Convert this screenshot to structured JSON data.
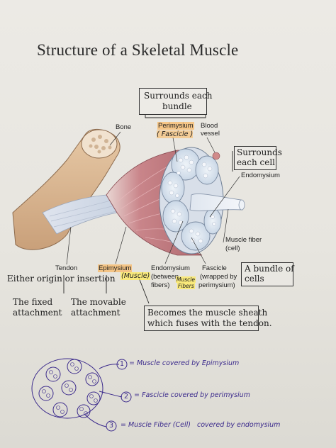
{
  "title": "Structure of a Skeletal Muscle",
  "labels": {
    "surrounds_each_bundle": [
      "Surrounds each",
      "bundle"
    ],
    "bone": "Bone",
    "perimysium": "Perimysium",
    "fascicle_note": "( Fascicle )",
    "blood_vessel": [
      "Blood",
      "vessel"
    ],
    "surrounds_each_cell": [
      "Surrounds",
      "each cell"
    ],
    "endomysium_top": "Endomysium",
    "muscle_fiber": [
      "Muscle fiber",
      "(cell)"
    ],
    "tendon": "Tendon",
    "epimysium": "Epimysium",
    "muscle_note": "(Muscle)",
    "endomysium_bottom": [
      "Endomysium",
      "(between",
      "fibers)"
    ],
    "fascicle_bottom": [
      "Fascicle",
      "(wrapped by",
      "perimysium)"
    ],
    "muscle_fibers_note": [
      "Muscle",
      "Fibers"
    ],
    "a_bundle_of_cells": [
      "A bundle of",
      "cells"
    ],
    "either_origin": "Either origin or insertion",
    "fixed_attachment": [
      "The fixed",
      "attachment"
    ],
    "movable_attachment": [
      "The movable",
      "attachment"
    ],
    "sheath_note": [
      "Becomes the muscle sheath",
      "which fuses with the tendon."
    ]
  },
  "legend": [
    {
      "num": "1",
      "text": "= Muscle covered by Epimysium"
    },
    {
      "num": "2",
      "text": "= Fascicle covered by perimysium"
    },
    {
      "num": "3",
      "text": "= Muscle Fiber (Cell)   covered by endomysium"
    }
  ]
}
